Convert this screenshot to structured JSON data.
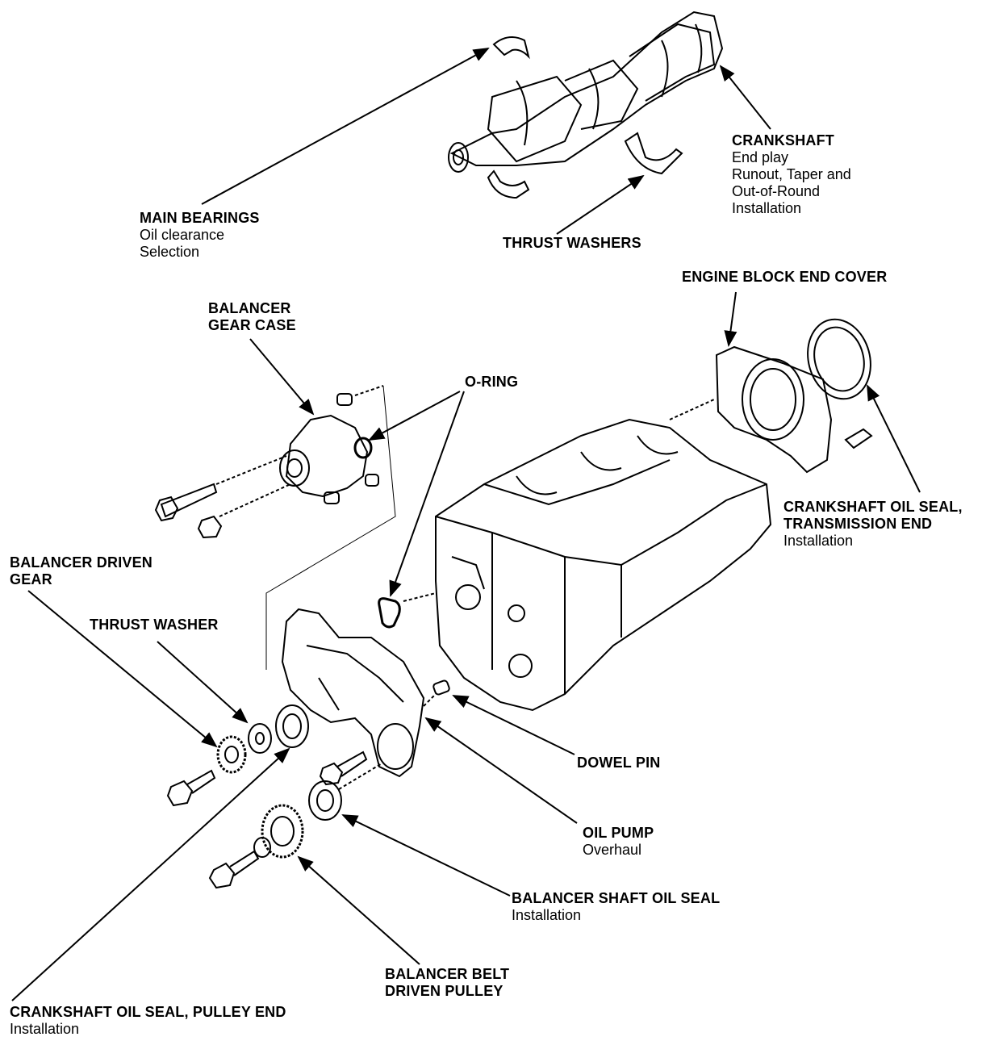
{
  "diagram": {
    "type": "exploded-view",
    "subject": "Engine block lower assembly",
    "callouts": [
      {
        "id": "crankshaft",
        "title": [
          "CRANKSHAFT"
        ],
        "subs": [
          "End play",
          "Runout, Taper and",
          "Out-of-Round",
          "Installation"
        ]
      },
      {
        "id": "main-bearings",
        "title": [
          "MAIN BEARINGS"
        ],
        "subs": [
          "Oil clearance",
          "Selection"
        ]
      },
      {
        "id": "thrust-washers",
        "title": [
          "THRUST WASHERS"
        ],
        "subs": []
      },
      {
        "id": "engine-block-end-cover",
        "title": [
          "ENGINE BLOCK END COVER"
        ],
        "subs": []
      },
      {
        "id": "balancer-gear-case",
        "title": [
          "BALANCER",
          "GEAR CASE"
        ],
        "subs": []
      },
      {
        "id": "o-ring",
        "title": [
          "O-RING"
        ],
        "subs": []
      },
      {
        "id": "crankshaft-oil-seal-transmission-end",
        "title": [
          "CRANKSHAFT OIL SEAL,",
          "TRANSMISSION END"
        ],
        "subs": [
          "Installation"
        ]
      },
      {
        "id": "balancer-driven-gear",
        "title": [
          "BALANCER DRIVEN",
          "GEAR"
        ],
        "subs": []
      },
      {
        "id": "thrust-washer",
        "title": [
          "THRUST WASHER"
        ],
        "subs": []
      },
      {
        "id": "dowel-pin",
        "title": [
          "DOWEL PIN"
        ],
        "subs": []
      },
      {
        "id": "oil-pump",
        "title": [
          "OIL PUMP"
        ],
        "subs": [
          "Overhaul"
        ]
      },
      {
        "id": "balancer-shaft-oil-seal",
        "title": [
          "BALANCER SHAFT OIL SEAL"
        ],
        "subs": [
          "Installation"
        ]
      },
      {
        "id": "balancer-belt-driven-pulley",
        "title": [
          "BALANCER BELT",
          "DRIVEN PULLEY"
        ],
        "subs": []
      },
      {
        "id": "crankshaft-oil-seal-pulley-end",
        "title": [
          "CRANKSHAFT OIL SEAL, PULLEY END"
        ],
        "subs": [
          "Installation"
        ]
      }
    ]
  }
}
